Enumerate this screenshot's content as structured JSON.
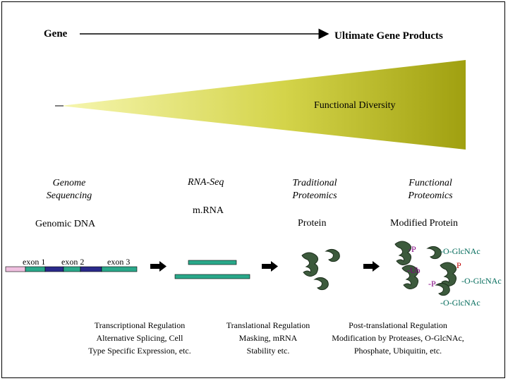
{
  "top": {
    "left_label": "Gene",
    "right_label": "Ultimate Gene Products",
    "wedge_label": "Functional Diversity"
  },
  "methods": {
    "genome": "Genome\nSequencing",
    "rnaseq": "RNA-Seq",
    "trad_prot": "Traditional\nProteomics",
    "func_prot": "Functional\nProteomics"
  },
  "molecules": {
    "dna": "Genomic DNA",
    "mrna": "m.RNA",
    "protein": "Protein",
    "modified": "Modified Protein"
  },
  "exons": [
    "exon 1",
    "exon 2",
    "exon 3"
  ],
  "mods": {
    "p1": "-P",
    "oglc1": "-O-GlcNAc",
    "ub": "-Ub",
    "p2": "P",
    "p3": "-P",
    "oglc2": "-O-GlcNAc",
    "oglc3": "-O-GlcNAc"
  },
  "regulation": {
    "transcriptional": "Transcriptional Regulation\nAlternative Splicing, Cell\nType Specific Expression, etc.",
    "translational": "Translational Regulation\nMasking, mRNA\nStability etc.",
    "posttranslational": "Post-translational Regulation\nModification by Proteases, O-GlcNAc,\nPhosphate, Ubiquitin, etc."
  },
  "colors": {
    "wedge_light": "#f4f4a0",
    "wedge_dark": "#a8a818",
    "exon_teal": "#2aa88a",
    "exon_navy": "#2a2a8a",
    "exon_pink": "#f0c0e0",
    "protein_green": "#3c5a3c",
    "ann_purple": "#800080",
    "ann_teal": "#006a5a"
  }
}
